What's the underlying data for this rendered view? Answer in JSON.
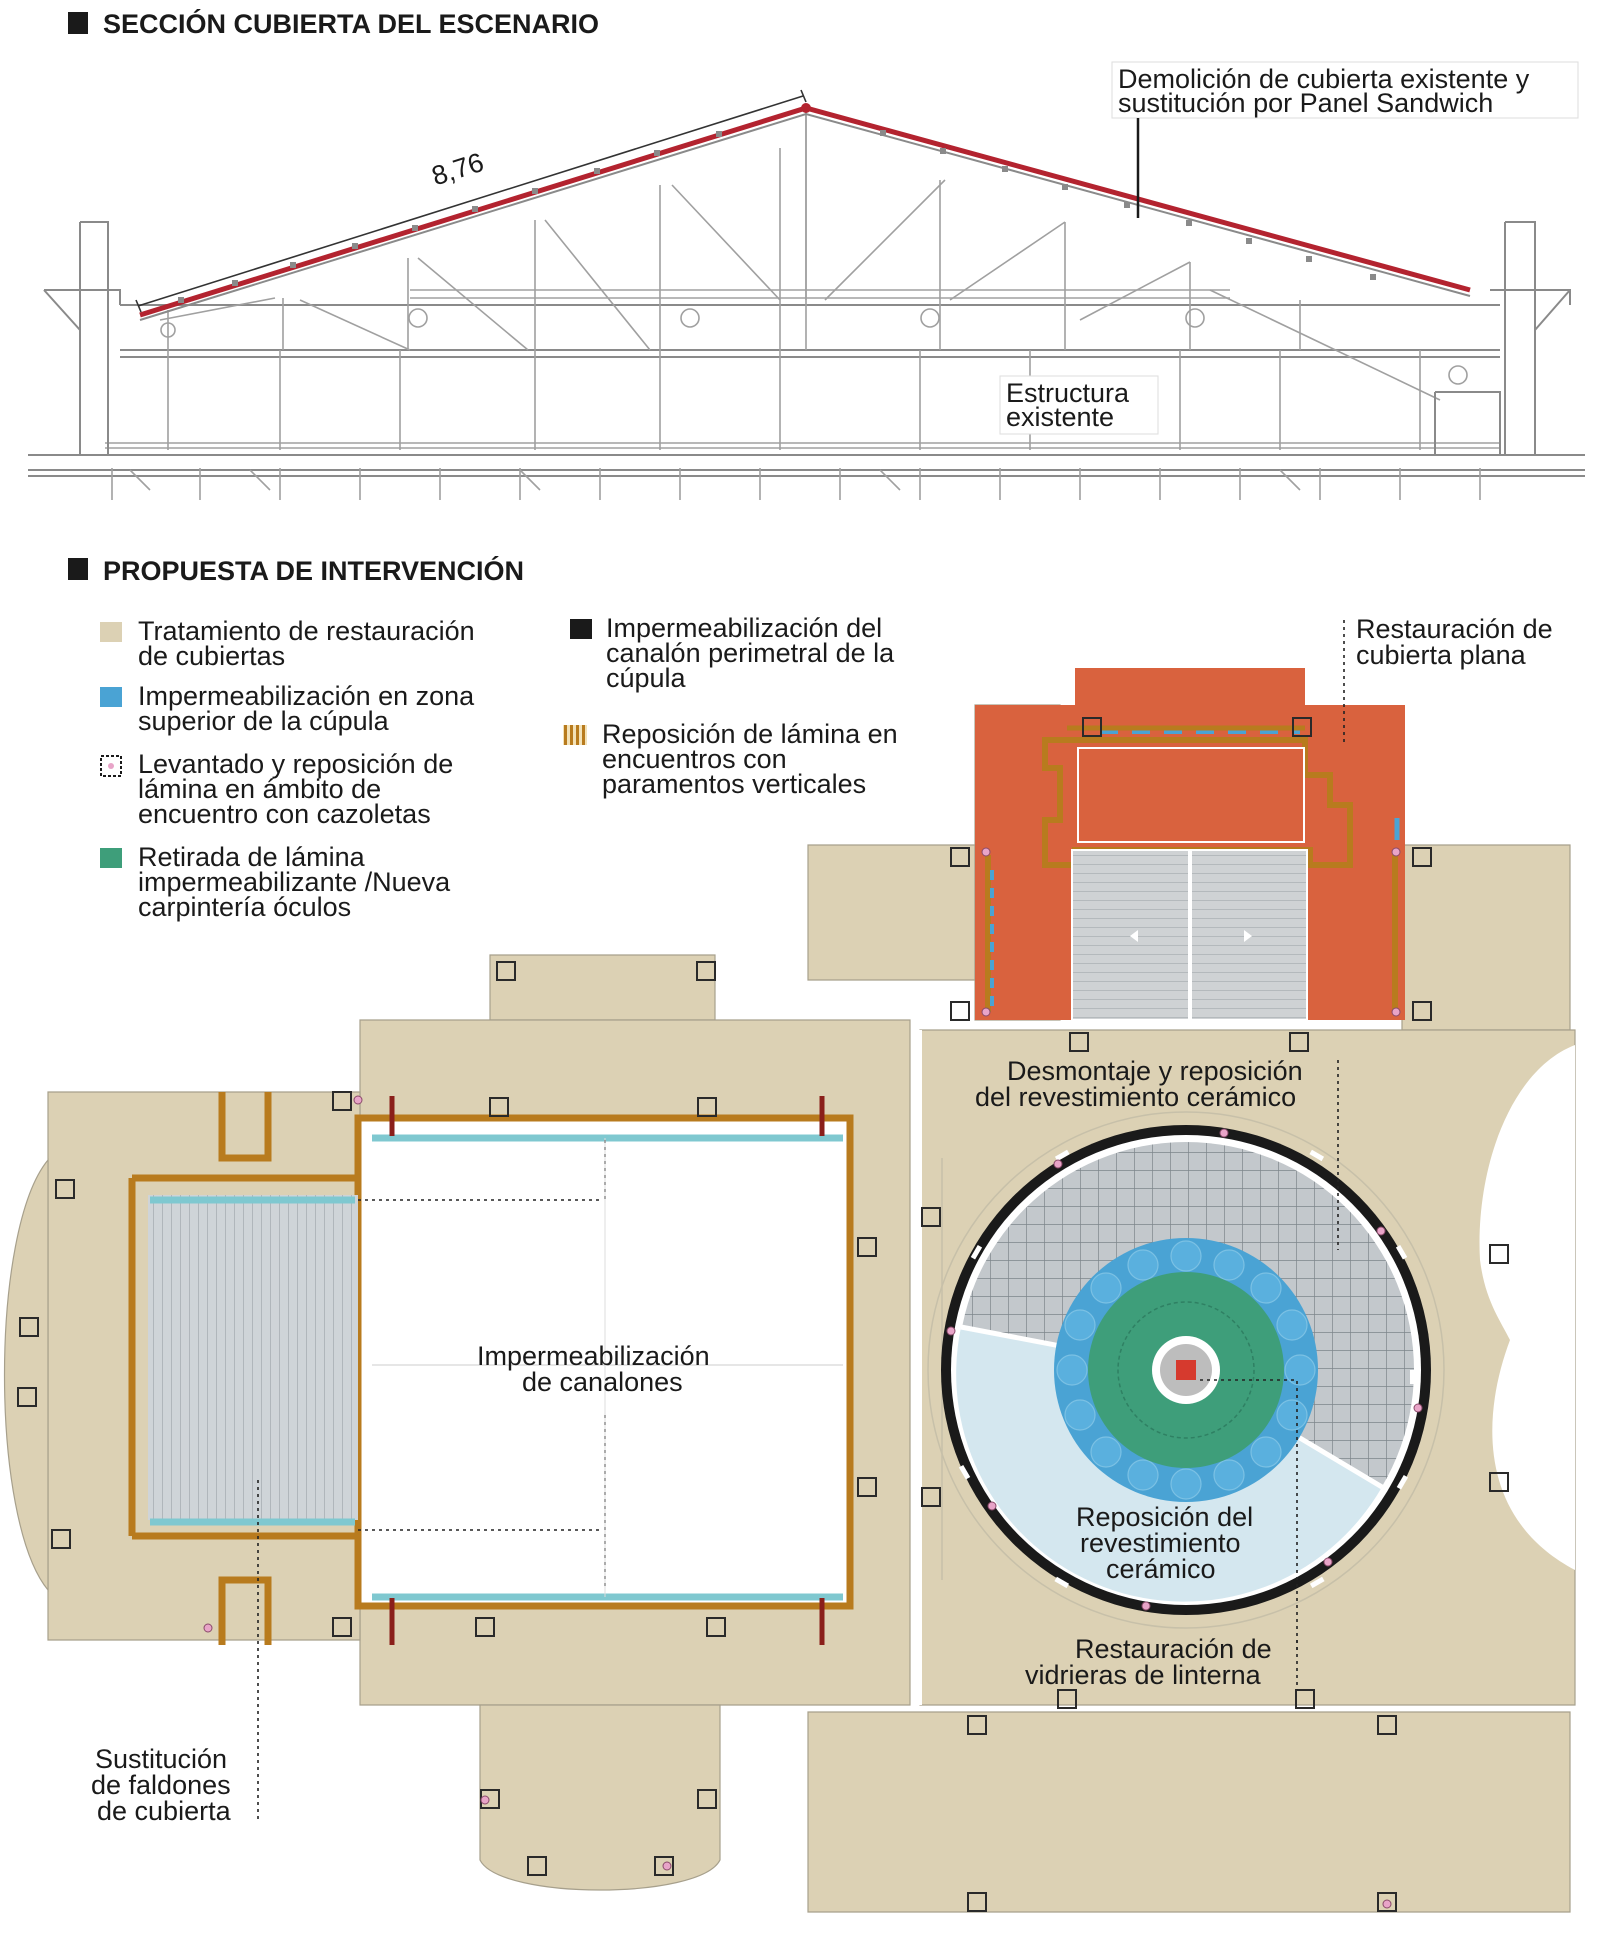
{
  "section": {
    "title": "SECCIÓN CUBIERTA DEL ESCENARIO",
    "dimension": "8,76",
    "callout_demolition": [
      "Demolición de cubierta existente y",
      "sustitución por Panel Sandwich"
    ],
    "callout_structure": [
      "Estructura",
      "existente"
    ]
  },
  "proposal": {
    "title": "PROPUESTA DE INTERVENCIÓN",
    "legend": [
      {
        "lines": [
          "Tratamiento de restauración",
          "de cubiertas"
        ],
        "color": "#dcd1b4",
        "icon": "beige-swatch"
      },
      {
        "lines": [
          "Impermeabilización en zona",
          "superior de la cúpula"
        ],
        "color": "#4aa3d4",
        "icon": "blue-swatch"
      },
      {
        "lines": [
          "Levantado y reposición de",
          "lámina en ámbito de",
          "encuentro con cazoletas"
        ],
        "color": "#e8a4c8",
        "icon": "dotted-square-swatch"
      },
      {
        "lines": [
          "Retirada de lámina",
          "impermeabilizante /Nueva",
          "carpintería óculos"
        ],
        "color": "#3e9e7a",
        "icon": "green-swatch"
      },
      {
        "lines": [
          "Impermeabilización del",
          "canalón perimetral de la",
          "cúpula"
        ],
        "color": "#1a1a1a",
        "icon": "black-swatch"
      },
      {
        "lines": [
          "Reposición de lámina en",
          "encuentros con",
          "paramentos verticales"
        ],
        "color": "#b87b1e",
        "icon": "striped-orange-swatch"
      }
    ],
    "labels": {
      "flat_roof": [
        "Restauración de",
        "cubierta plana"
      ],
      "ceramic_dismantle": [
        "Desmontaje y reposición",
        "del revestimiento cerámico"
      ],
      "gutters": [
        "Impermeabilización",
        "de canalones"
      ],
      "ceramic_replace": [
        "Reposición del",
        "revestimiento",
        "cerámico"
      ],
      "lantern": [
        "Restauración de",
        "vidrieras de linterna"
      ],
      "skirts": [
        "Sustitución",
        "de faldones",
        "de cubierta"
      ]
    }
  }
}
